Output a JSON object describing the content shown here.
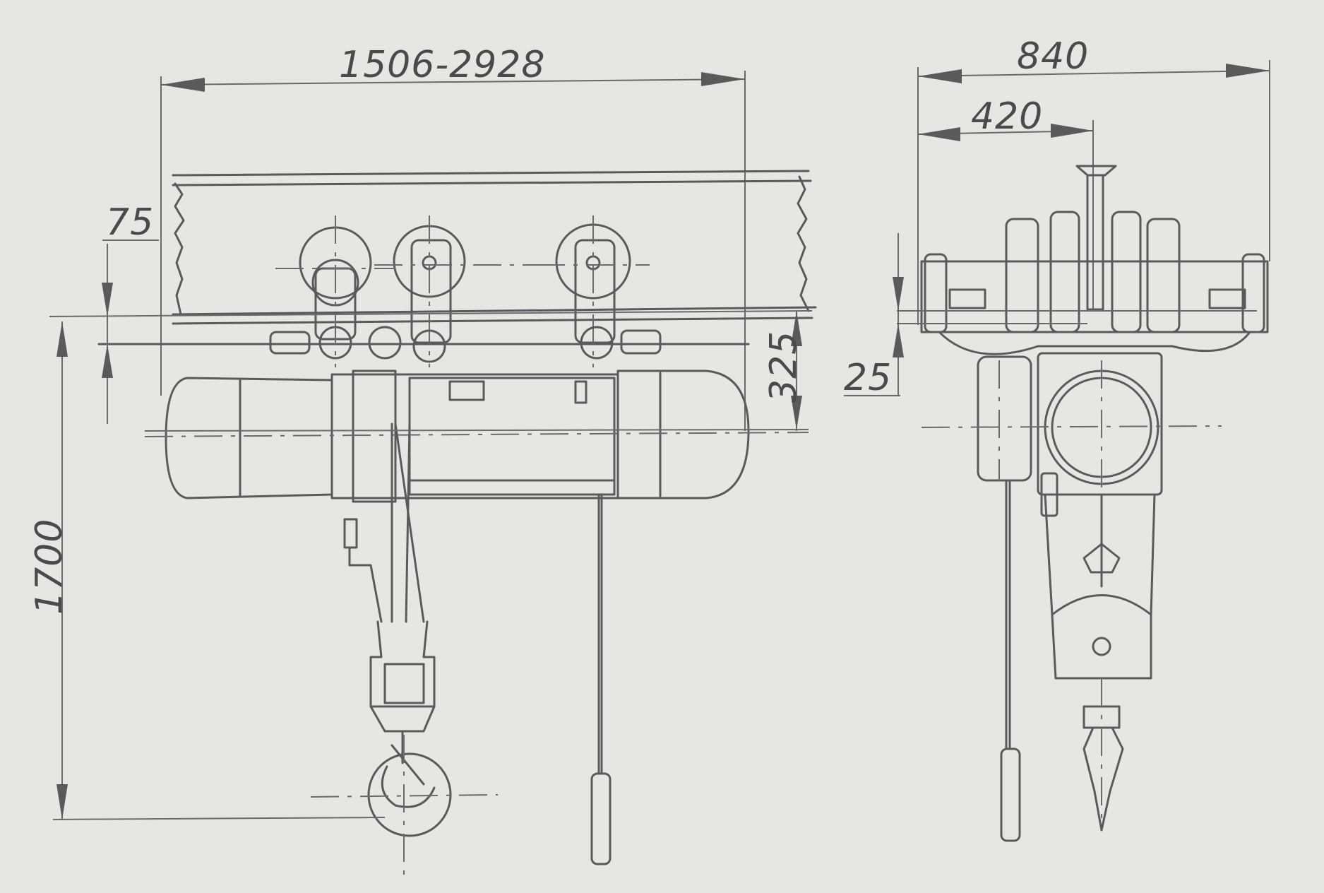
{
  "front_view": {
    "dim_span": "1506-2928",
    "dim_rail_offset": "75",
    "dim_depth": "325",
    "dim_height": "1700"
  },
  "side_view": {
    "dim_width": "840",
    "dim_half_width": "420",
    "dim_offset": "25"
  }
}
